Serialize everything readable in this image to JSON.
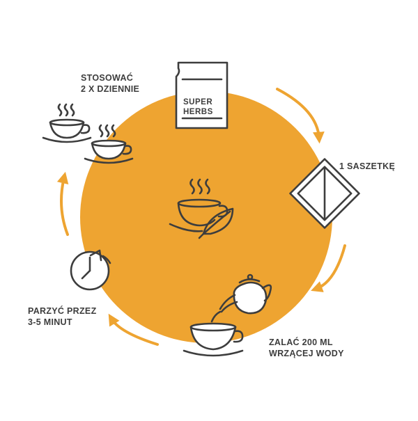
{
  "colors": {
    "circle": "#eea431",
    "arrow": "#eea431",
    "stroke": "#3d3d3d",
    "white": "#ffffff"
  },
  "steps": [
    {
      "lines": [
        "STOSOWAĆ",
        "2 X DZIENNIE"
      ],
      "icon": "two-cups-icon"
    },
    {
      "lines": [
        "1 SASZETKĘ"
      ],
      "icon": "sachet-icon"
    },
    {
      "lines": [
        "PARZYĆ PRZEZ",
        "3-5 MINUT"
      ],
      "icon": "clock-icon"
    },
    {
      "lines": [
        "ZALAĆ 200 ML",
        "WRZĄCEJ WODY"
      ],
      "icon": "teapot-pouring-icon"
    }
  ],
  "package": {
    "line1": "SUPER",
    "line2": "HERBS",
    "icon": "package-pouch-icon"
  },
  "center": {
    "icon": "tea-cup-leaf-icon"
  }
}
